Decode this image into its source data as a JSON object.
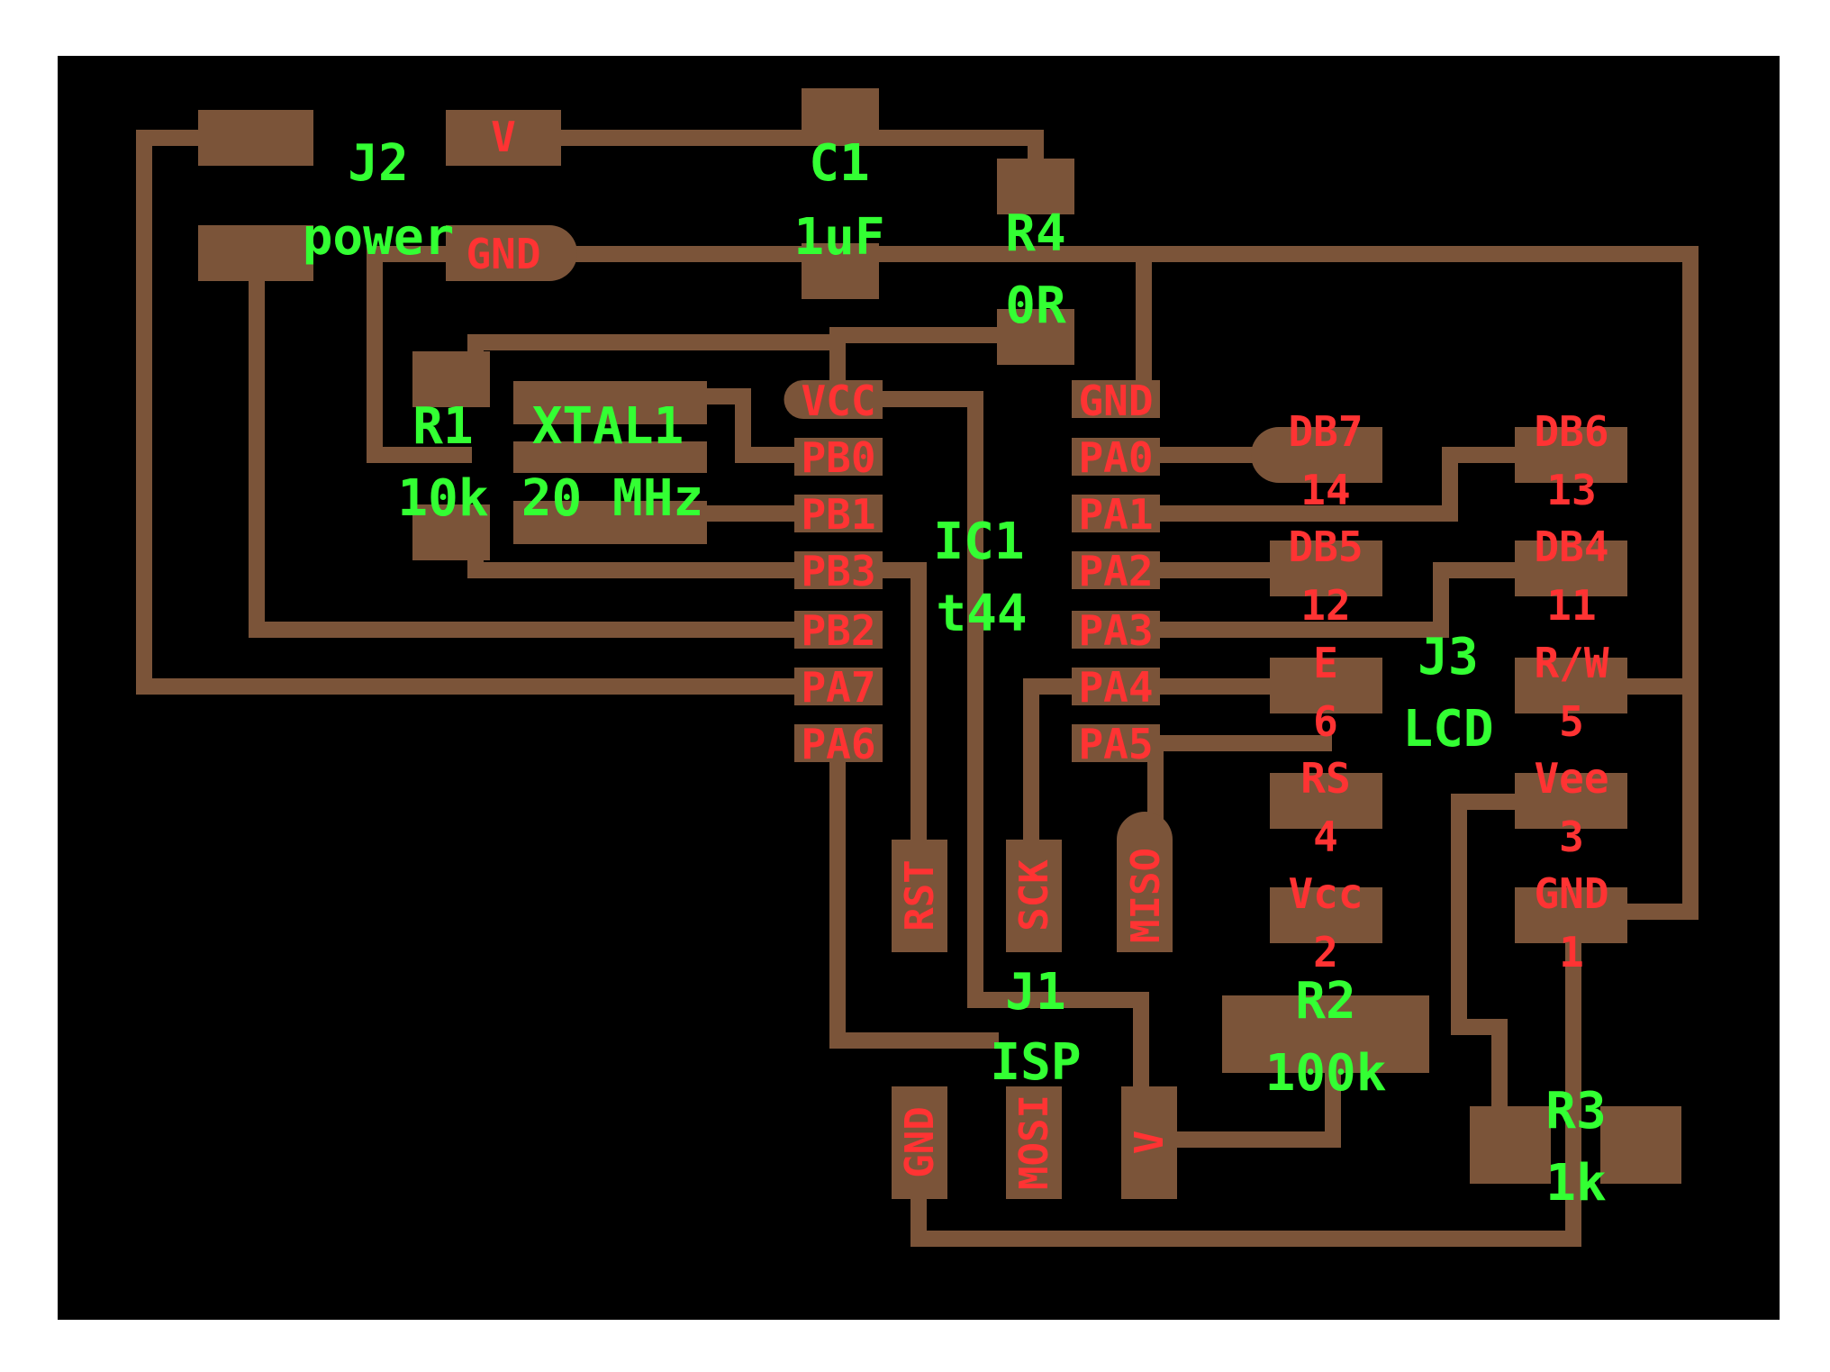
{
  "colors": {
    "background": "#ffffff",
    "board": "#000000",
    "copper": "#7b5439",
    "part_label": "#33ff33",
    "pad_label": "#ff3333"
  },
  "components": {
    "j2": {
      "ref": "J2",
      "value": "power"
    },
    "c1": {
      "ref": "C1",
      "value": "1uF"
    },
    "r4": {
      "ref": "R4",
      "value": "0R"
    },
    "r1": {
      "ref": "R1",
      "value": "10k"
    },
    "xtal1": {
      "ref": "XTAL1",
      "value": "20 MHz"
    },
    "ic1": {
      "ref": "IC1",
      "value": "t44"
    },
    "j3": {
      "ref": "J3",
      "value": "LCD"
    },
    "j1": {
      "ref": "J1",
      "value": "ISP"
    },
    "r2": {
      "ref": "R2",
      "value": "100k"
    },
    "r3": {
      "ref": "R3",
      "value": "1k"
    }
  },
  "power_pads": {
    "v": "V",
    "gnd": "GND"
  },
  "ic1_left_pins": [
    "VCC",
    "PB0",
    "PB1",
    "PB3",
    "PB2",
    "PA7",
    "PA6"
  ],
  "ic1_right_pins": [
    "GND",
    "PA0",
    "PA1",
    "PA2",
    "PA3",
    "PA4",
    "PA5"
  ],
  "lcd_left_pads": [
    {
      "name": "DB7",
      "num": "14"
    },
    {
      "name": "DB5",
      "num": "12"
    },
    {
      "name": "E",
      "num": "6"
    },
    {
      "name": "RS",
      "num": "4"
    },
    {
      "name": "Vcc",
      "num": "2"
    }
  ],
  "lcd_right_pads": [
    {
      "name": "DB6",
      "num": "13"
    },
    {
      "name": "DB4",
      "num": "11"
    },
    {
      "name": "R/W",
      "num": "5"
    },
    {
      "name": "Vee",
      "num": "3"
    },
    {
      "name": "GND",
      "num": "1"
    }
  ],
  "isp_pads": {
    "rst": "RST",
    "sck": "SCK",
    "miso": "MISO",
    "gnd": "GND",
    "mosi": "MOSI",
    "v": "V"
  }
}
